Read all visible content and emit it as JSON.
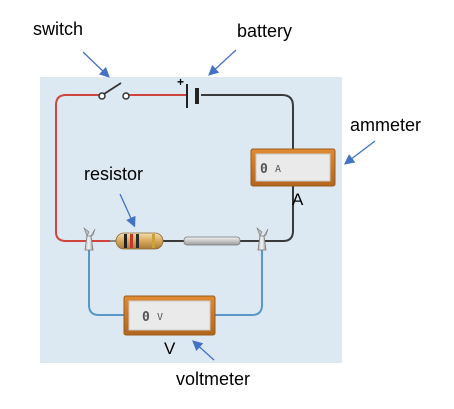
{
  "labels": {
    "switch": "switch",
    "battery": "battery",
    "ammeter": "ammeter",
    "resistor": "resistor",
    "voltmeter": "voltmeter"
  },
  "battery": {
    "polarity": "+"
  },
  "ammeter": {
    "reading": "0",
    "unit": "A",
    "tag": "A"
  },
  "voltmeter": {
    "reading": "0",
    "unit": "V",
    "tag": "V"
  },
  "colors": {
    "panel": "#dde9f2",
    "red_wire": "#d0463f",
    "black_wire": "#3a3a3a",
    "blue_wire": "#5a97c8",
    "meter_frame": "#c77725",
    "meter_screen": "#eaeaea",
    "arrow": "#4472c4"
  }
}
